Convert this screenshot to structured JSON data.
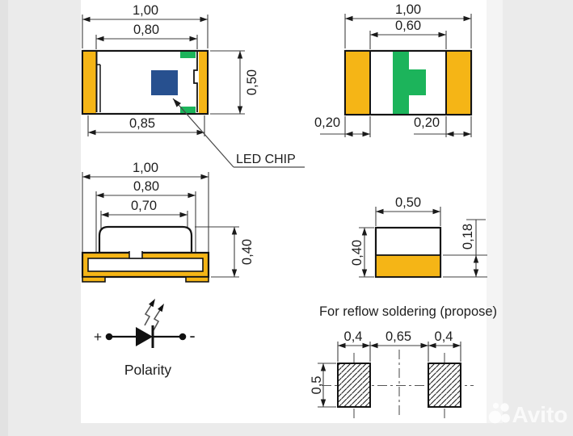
{
  "drawing": {
    "reflow_title": "For reflow soldering (propose)",
    "led_chip_label": "LED CHIP",
    "polarity": {
      "plus": "+",
      "minus": "-",
      "label": "Polarity"
    },
    "top_view": {
      "overall_width": "1,00",
      "inner_width": "0,80",
      "height": "0,50",
      "electrode_span": "0,85"
    },
    "front_view": {
      "overall_width": "1,00",
      "inner_width": "0,60",
      "left_terminal": "0,20",
      "right_terminal": "0,20"
    },
    "side_view": {
      "overall_width": "1,00",
      "electrode_width": "0,80",
      "dome_width": "0,70",
      "height": "0,40"
    },
    "end_view": {
      "width": "0,50",
      "height": "0,40",
      "terminal_height": "0,18"
    },
    "pad_layout": {
      "left_pad_width": "0,4",
      "pad_gap": "0,65",
      "right_pad_width": "0,4",
      "pad_height": "0,5"
    },
    "colors": {
      "electrode_yellow": "#F5B516",
      "mark_green": "#1CB45B",
      "chip_blue": "#27508F"
    }
  },
  "watermark": {
    "brand": "Avito"
  }
}
